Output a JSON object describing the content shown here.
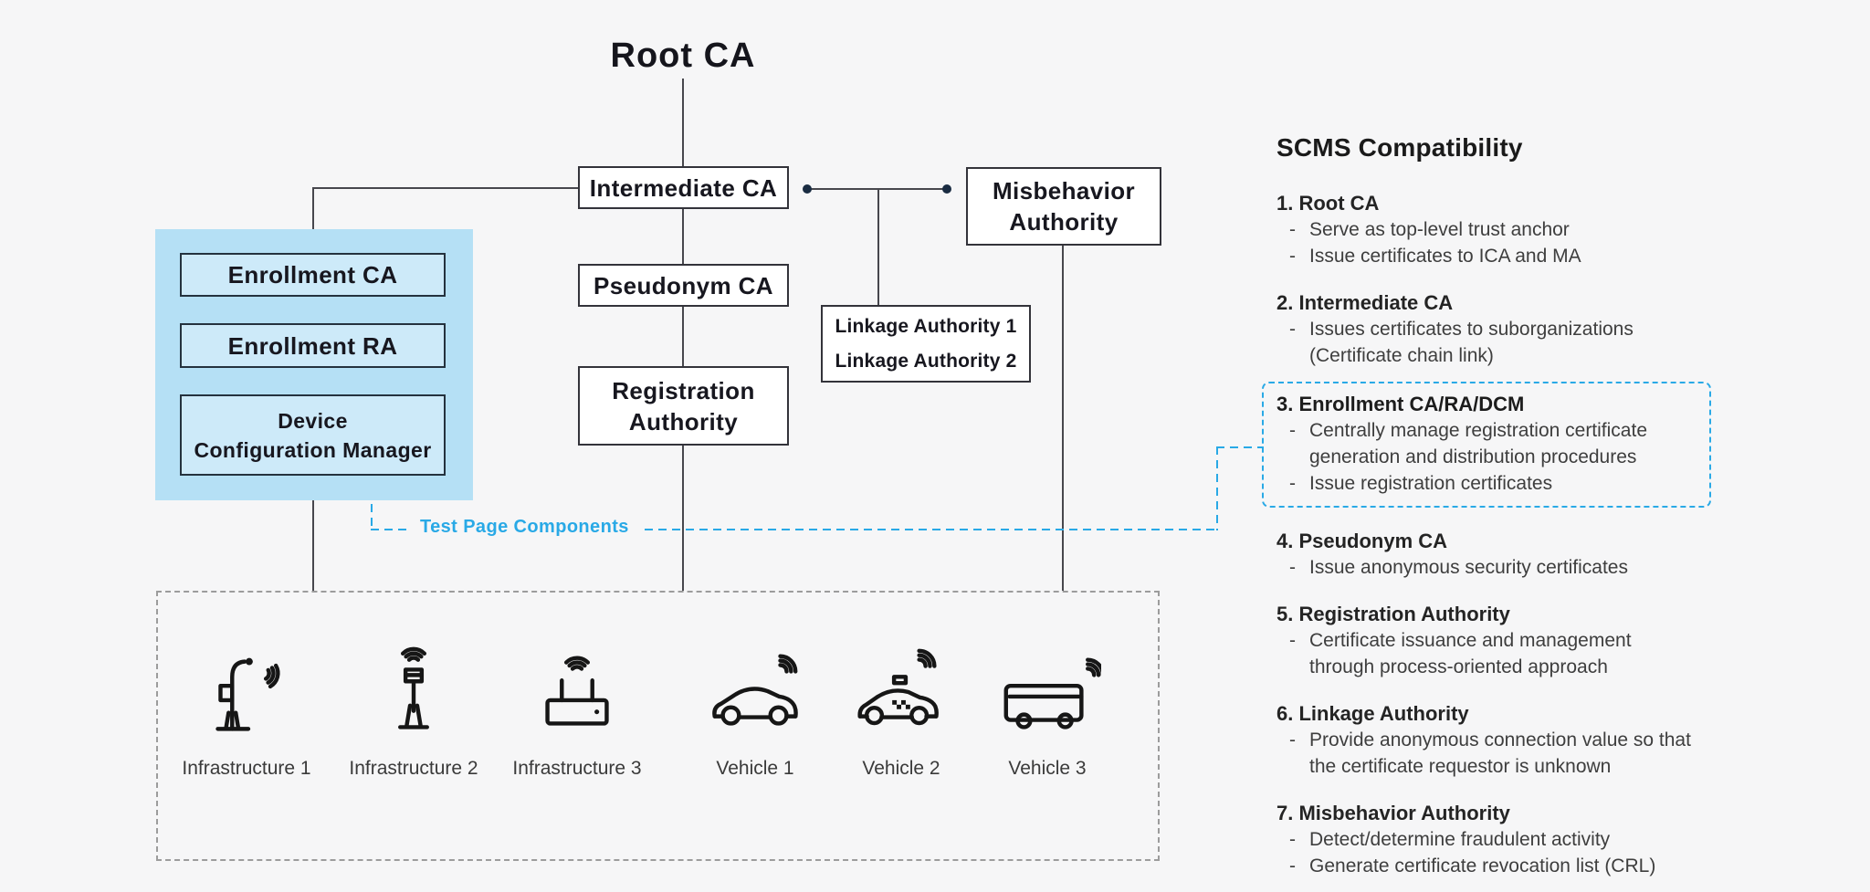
{
  "diagram": {
    "root_title": "Root CA",
    "nodes": {
      "intermediate": "Intermediate CA",
      "pseudonym": "Pseudonym CA",
      "registration": "Registration\nAuthority",
      "linkage": "Linkage Authority 1\nLinkage Authority 2",
      "misbehavior": "Misbehavior\nAuthority",
      "enrollment_ca": "Enrollment CA",
      "enrollment_ra": "Enrollment RA",
      "dcm": "Device\nConfiguration Manager"
    },
    "test_label": "Test Page Components",
    "devices": [
      {
        "label": "Infrastructure 1",
        "icon": "roadside-unit-icon"
      },
      {
        "label": "Infrastructure 2",
        "icon": "antenna-mast-icon"
      },
      {
        "label": "Infrastructure 3",
        "icon": "wireless-router-icon"
      },
      {
        "label": "Vehicle 1",
        "icon": "connected-car-icon"
      },
      {
        "label": "Vehicle 2",
        "icon": "connected-taxi-icon"
      },
      {
        "label": "Vehicle 3",
        "icon": "connected-bus-icon"
      }
    ]
  },
  "sidebar": {
    "title": "SCMS Compatibility",
    "items": [
      {
        "number": "1.",
        "name": "Root CA",
        "highlighted": false,
        "bullets": [
          "Serve as top-level trust anchor",
          "Issue certificates to ICA and MA"
        ]
      },
      {
        "number": "2.",
        "name": "Intermediate CA",
        "highlighted": false,
        "bullets": [
          "Issues certificates to suborganizations\n(Certificate chain link)"
        ]
      },
      {
        "number": "3.",
        "name": "Enrollment CA/RA/DCM",
        "highlighted": true,
        "bullets": [
          "Centrally manage registration certificate\ngeneration and distribution procedures",
          "Issue registration certificates"
        ]
      },
      {
        "number": "4.",
        "name": "Pseudonym CA",
        "highlighted": false,
        "bullets": [
          "Issue anonymous security certificates"
        ]
      },
      {
        "number": "5.",
        "name": "Registration Authority",
        "highlighted": false,
        "bullets": [
          "Certificate issuance and management\nthrough process-oriented approach"
        ]
      },
      {
        "number": "6.",
        "name": "Linkage Authority",
        "highlighted": false,
        "bullets": [
          "Provide anonymous connection value so that\nthe certificate requestor is unknown"
        ]
      },
      {
        "number": "7.",
        "name": "Misbehavior Authority",
        "highlighted": false,
        "bullets": [
          "Detect/determine fraudulent activity",
          "Generate certificate revocation list (CRL)"
        ]
      }
    ]
  },
  "colors": {
    "background": "#F6F6F7",
    "accent_cyan": "#29A9E6",
    "group_highlight_fill": "#B5E0F5",
    "blue_box_fill": "#CDEAF9",
    "box_border": "#33333A",
    "connector_line": "#47474D",
    "connector_dot": "#1A2C42",
    "dotted_border": "#9C9C9C"
  }
}
